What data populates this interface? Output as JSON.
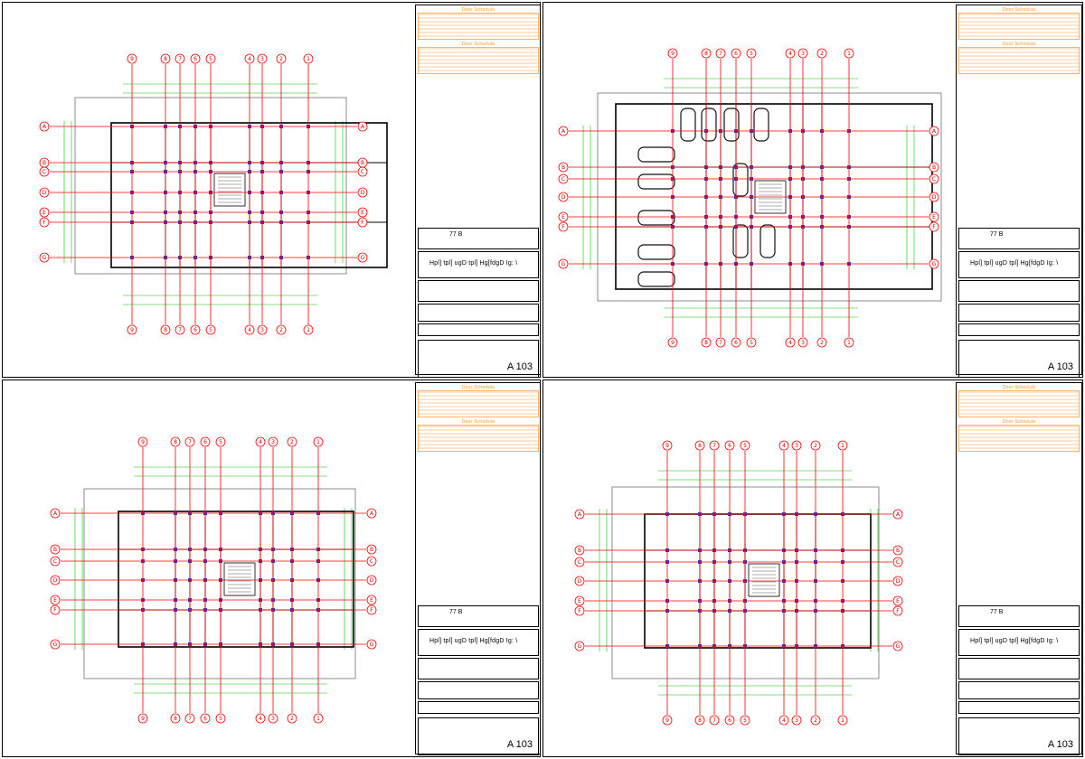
{
  "sheets": [
    {
      "id": "sheet-1",
      "project_code": "77 B",
      "codes_line": "Hpl] tpl]   ugD tpl] Hg[fdgD   Ig: \\",
      "sheet_number": "A 103",
      "schedule_1_title": "Door Schedule",
      "schedule_2_title": "Door Schedule",
      "col_labels": [
        "9",
        "8",
        "7",
        "6",
        "5",
        "4",
        "3",
        "2",
        "1"
      ],
      "row_labels": [
        "A",
        "B",
        "C",
        "D",
        "E",
        "F",
        "G"
      ]
    },
    {
      "id": "sheet-2",
      "project_code": "77 B",
      "codes_line": "Hpl] tpl]   ugD tpl] Hg[fdgD   Ig: \\",
      "sheet_number": "A 103",
      "schedule_1_title": "Door Schedule",
      "schedule_2_title": "Door Schedule",
      "col_labels": [
        "9",
        "8",
        "7",
        "6",
        "5",
        "4",
        "3",
        "2",
        "1"
      ],
      "row_labels": [
        "A",
        "B",
        "C",
        "D",
        "E",
        "F",
        "G"
      ]
    },
    {
      "id": "sheet-3",
      "project_code": "77 B",
      "codes_line": "Hpl] tpl]   ugD tpl] Hg[fdgD   Ig: \\",
      "sheet_number": "A 103",
      "schedule_1_title": "Door Schedule",
      "schedule_2_title": "Door Schedule",
      "col_labels": [
        "9",
        "8",
        "7",
        "6",
        "5",
        "4",
        "3",
        "2",
        "1"
      ],
      "row_labels": [
        "A",
        "B",
        "C",
        "D",
        "E",
        "F",
        "G"
      ]
    },
    {
      "id": "sheet-4",
      "project_code": "77 B",
      "codes_line": "Hpl] tpl]   ugD tpl] Hg[fdgD   Ig: \\",
      "sheet_number": "A 103",
      "schedule_1_title": "Door Schedule",
      "schedule_2_title": "Door Schedule",
      "col_labels": [
        "9",
        "8",
        "7",
        "6",
        "5",
        "4",
        "3",
        "2",
        "1"
      ],
      "row_labels": [
        "A",
        "B",
        "C",
        "D",
        "E",
        "F",
        "G"
      ]
    }
  ],
  "colors": {
    "grid_line": "#ff0000",
    "dimension": "#00cc00",
    "wall": "#000000",
    "column": "#3333cc",
    "schedule": "#ff9933"
  }
}
